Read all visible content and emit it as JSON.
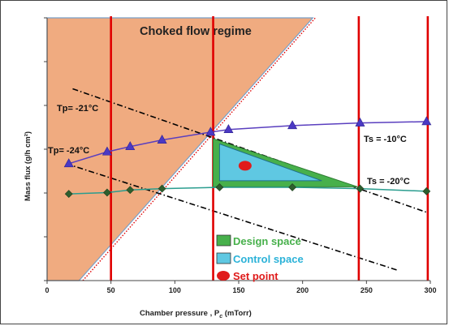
{
  "chart_data": {
    "type": "line",
    "title": "",
    "xlabel": "Chamber pressure , P",
    "xlabel_sub": "c",
    "xlabel_unit": " (mTorr)",
    "ylabel": "Mass flux (g/h cm²)",
    "xlim": [
      0,
      300
    ],
    "xticks": [
      0,
      50,
      100,
      150,
      200,
      250,
      300
    ],
    "ylim": [
      0,
      1
    ],
    "y_tick_labels_shown": false,
    "grid": false,
    "choked_region": {
      "label": "Choked flow regime",
      "fill": "#f0ab80",
      "boundary_bottom": [
        25,
        0
      ],
      "boundary_top": [
        208,
        1
      ]
    },
    "choked_boundary_dotted": {
      "from": [
        28,
        0
      ],
      "to": [
        210,
        1
      ],
      "color": "#e00000"
    },
    "vertical_limits": {
      "x": [
        50,
        130,
        244,
        298
      ],
      "color": "#e00000"
    },
    "series": [
      {
        "name": "Ts = -10°C",
        "color": "#5a3fbf",
        "marker": "triangle",
        "x": [
          17,
          47,
          65,
          90,
          128,
          142,
          192,
          245,
          297
        ],
        "y": [
          0.445,
          0.49,
          0.51,
          0.535,
          0.565,
          0.575,
          0.59,
          0.6,
          0.605
        ]
      },
      {
        "name": "Ts = -20°C",
        "color": "#2a9d8f",
        "marker": "diamond",
        "x": [
          17,
          47,
          65,
          90,
          135,
          192,
          245,
          297
        ],
        "y": [
          0.33,
          0.335,
          0.345,
          0.35,
          0.355,
          0.355,
          0.35,
          0.34
        ]
      }
    ],
    "shelf_lines": [
      {
        "label": "Tp= -21°C",
        "from": [
          20,
          0.73
        ],
        "to": [
          297,
          0.26
        ],
        "color": "#000000"
      },
      {
        "label": "Tp= -24°C",
        "from": [
          15,
          0.445
        ],
        "to": [
          274,
          0.04
        ],
        "color": "#000000"
      }
    ],
    "design_space": {
      "label": "Design space",
      "color": "#47b04b",
      "points": [
        [
          130,
          0.54
        ],
        [
          130,
          0.357
        ],
        [
          243,
          0.357
        ]
      ]
    },
    "control_space": {
      "label": "Control space",
      "color": "#5fc8e2",
      "points": [
        [
          135,
          0.52
        ],
        [
          135,
          0.38
        ],
        [
          215,
          0.38
        ]
      ]
    },
    "set_point": {
      "label": "Set point",
      "color": "#e01b1b",
      "x": 155,
      "y": 0.437
    },
    "annotations": {
      "tp21": "Tp= -21°C",
      "tp24": "Tp= -24°C",
      "ts10": "Ts = -10°C",
      "ts20": "Ts = -20°C"
    },
    "legend": {
      "placement": "bottom-center",
      "items": [
        {
          "label": "Design space",
          "swatch": "#47b04b",
          "text_color": "#47b04b",
          "shape": "rect"
        },
        {
          "label": "Control space",
          "swatch": "#5fc8e2",
          "text_color": "#2bb2d8",
          "shape": "rect"
        },
        {
          "label": "Set point",
          "swatch": "#e01b1b",
          "text_color": "#e01b1b",
          "shape": "ellipse"
        }
      ]
    }
  }
}
